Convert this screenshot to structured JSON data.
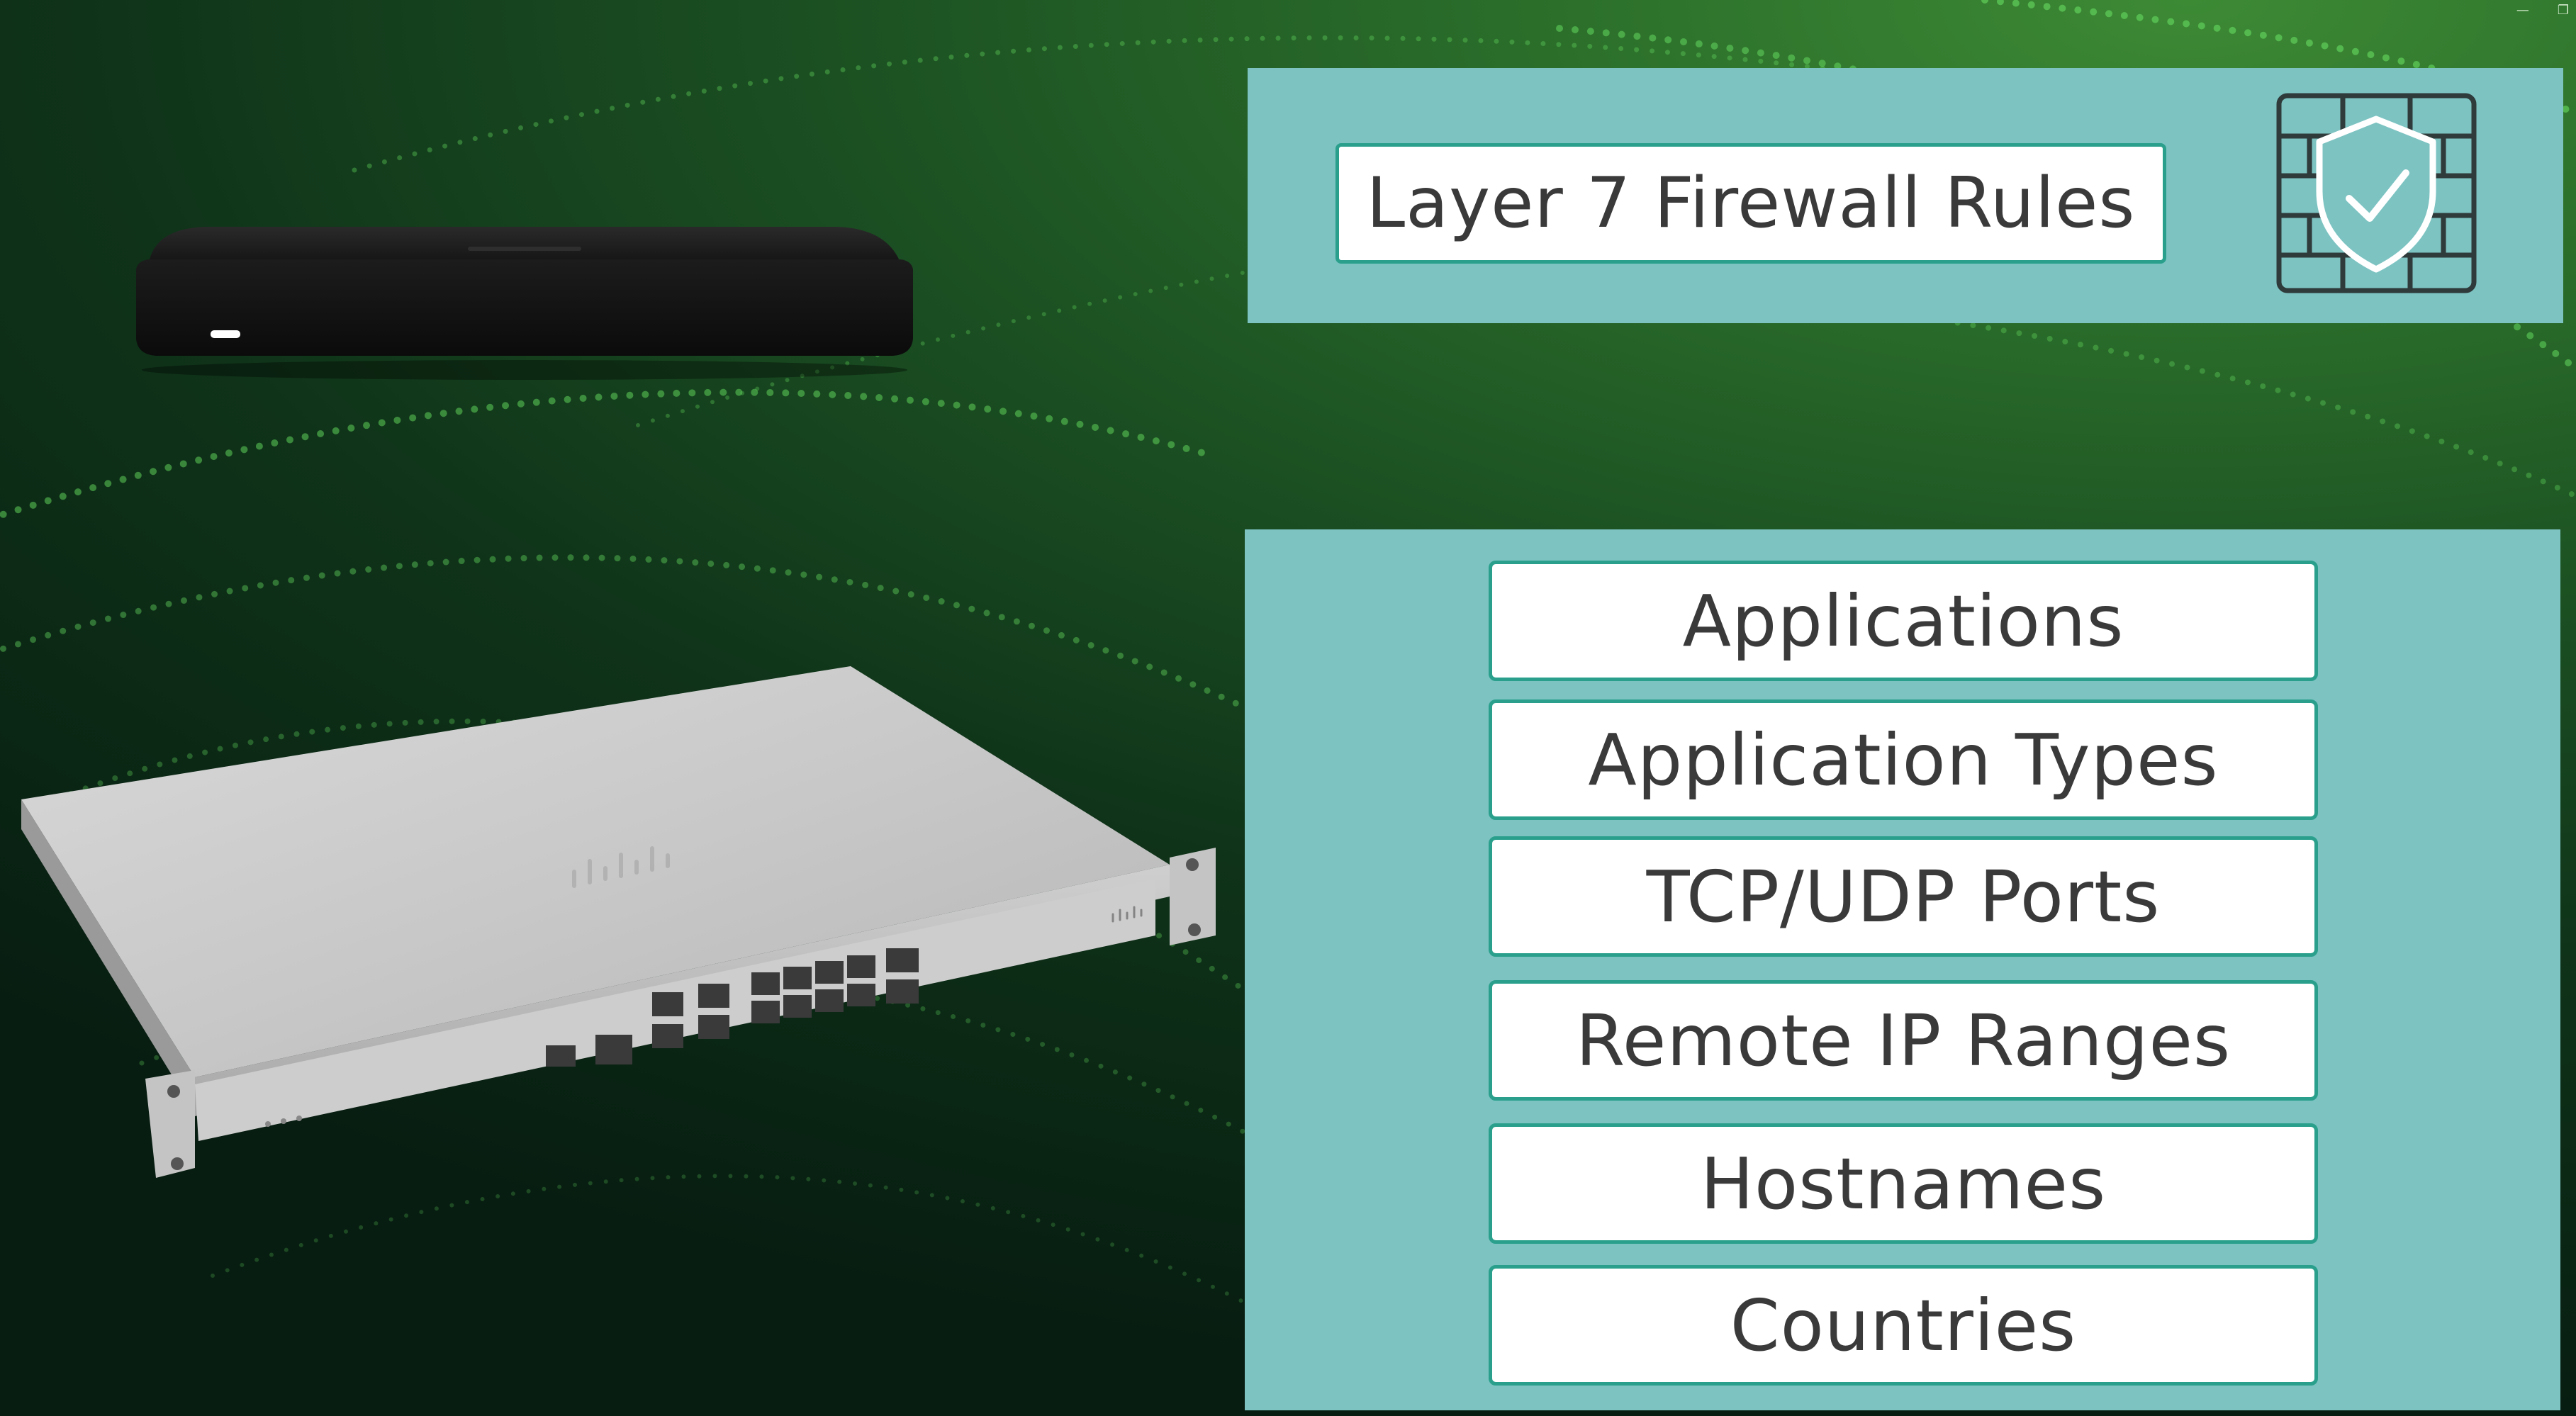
{
  "title_panel": {
    "title": "Layer 7 Firewall Rules",
    "icon": "firewall-shield-check-icon"
  },
  "rule_types": [
    {
      "label": "Applications"
    },
    {
      "label": "Application Types"
    },
    {
      "label": "TCP/UDP Ports"
    },
    {
      "label": "Remote IP Ranges"
    },
    {
      "label": "Hostnames"
    },
    {
      "label": "Countries"
    }
  ],
  "devices": [
    {
      "name": "desktop-security-appliance"
    },
    {
      "name": "rack-mount-security-appliance",
      "brand": "cisco"
    }
  ],
  "colors": {
    "panel": "#7cc3c2",
    "border": "#2aa08c",
    "text": "#3a3a3a",
    "background_dark": "#071d11",
    "background_light": "#3d8a35"
  }
}
